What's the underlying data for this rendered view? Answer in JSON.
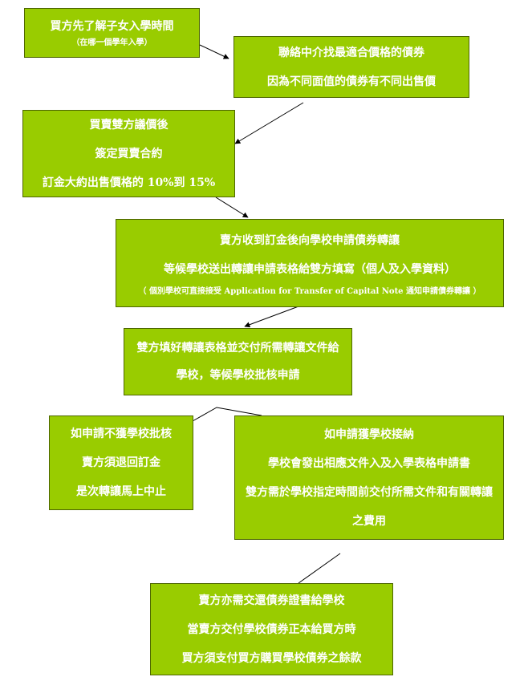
{
  "boxes": {
    "b1": {
      "lines": [
        "買方先了解子女入學時間"
      ],
      "note": "（在哪一個學年入學）"
    },
    "b2": {
      "lines": [
        "聯絡中介找最適合價格的債券",
        "因為不同面值的債券有不同出售價"
      ]
    },
    "b3": {
      "lines": [
        "買賣雙方議價後",
        "簽定買賣合約",
        "訂金大約出售價格的 10%到 15%"
      ]
    },
    "b4": {
      "lines": [
        "賣方收到訂金後向學校申請債券轉讓",
        "等候學校送出轉讓申請表格給雙方填寫（個人及入學資料）"
      ],
      "note": "（ 個別學校可直接接受 Application for Transfer of Capital Note 通知申請債券轉讓 ）"
    },
    "b5": {
      "lines": [
        "雙方填好轉讓表格並交付所需轉讓文件給學校，等候學校批核申請"
      ]
    },
    "b6": {
      "lines": [
        "如申請不獲學校批核",
        "賣方須退回訂金",
        "是次轉讓馬上中止"
      ]
    },
    "b7": {
      "lines": [
        "如申請獲學校接納",
        "學校會發出相應文件入及入學表格申請書",
        "雙方需於學校指定時間前交付所需文件和有關轉讓之費用"
      ]
    },
    "b8": {
      "lines": [
        "賣方亦需交還債券證書給學校",
        "當賣方交付學校債券正本給買方時",
        "買方須支付買方購買學校債券之餘款"
      ]
    }
  },
  "colors": {
    "box_fill": "#99cc00",
    "box_border": "#4d6600",
    "text": "#ffffff",
    "connector": "#000000"
  }
}
